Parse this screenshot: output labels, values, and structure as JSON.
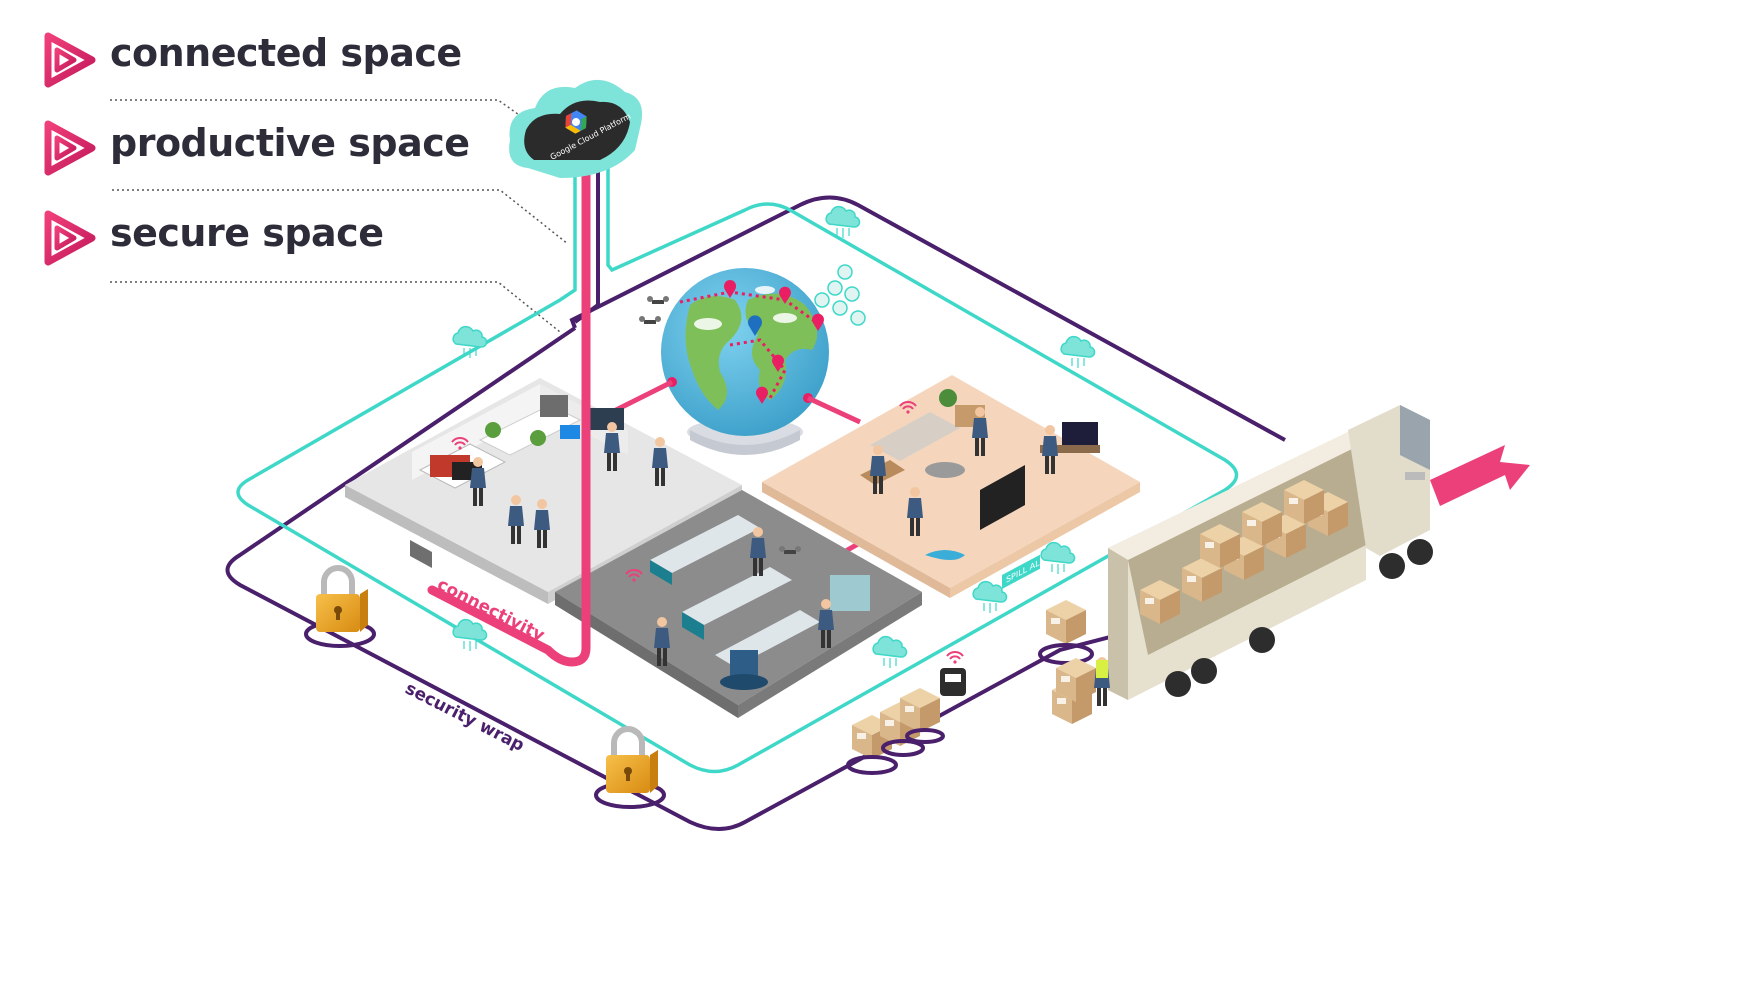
{
  "legend": {
    "items": [
      {
        "label": "connected space"
      },
      {
        "label": "productive space"
      },
      {
        "label": "secure space"
      }
    ]
  },
  "cloud": {
    "label": "Google Cloud Platform"
  },
  "labels": {
    "connectivity": "connectivity",
    "security_wrap": "security wrap",
    "alert": "SPILL ALERT"
  },
  "colors": {
    "pink": "#ec407a",
    "teal": "#3fd8c8",
    "purple": "#4a1f6b",
    "text": "#2d2d3a",
    "lock": "#f0a929",
    "office_floor": "#e6e6e6",
    "factory_floor": "#8c8c8c",
    "home_floor": "#f5d6bd",
    "globe_sea": "#59b9e0",
    "globe_land": "#7fbf5a",
    "truck": "#e6e0cf",
    "box": "#d9b78b"
  },
  "icons": [
    "play-triangle-icon",
    "cloud-icon",
    "padlock-icon",
    "globe-icon",
    "truck-icon",
    "arrow-right-icon",
    "box-icon",
    "wifi-icon",
    "location-pin-icon",
    "user-avatar-icon"
  ]
}
